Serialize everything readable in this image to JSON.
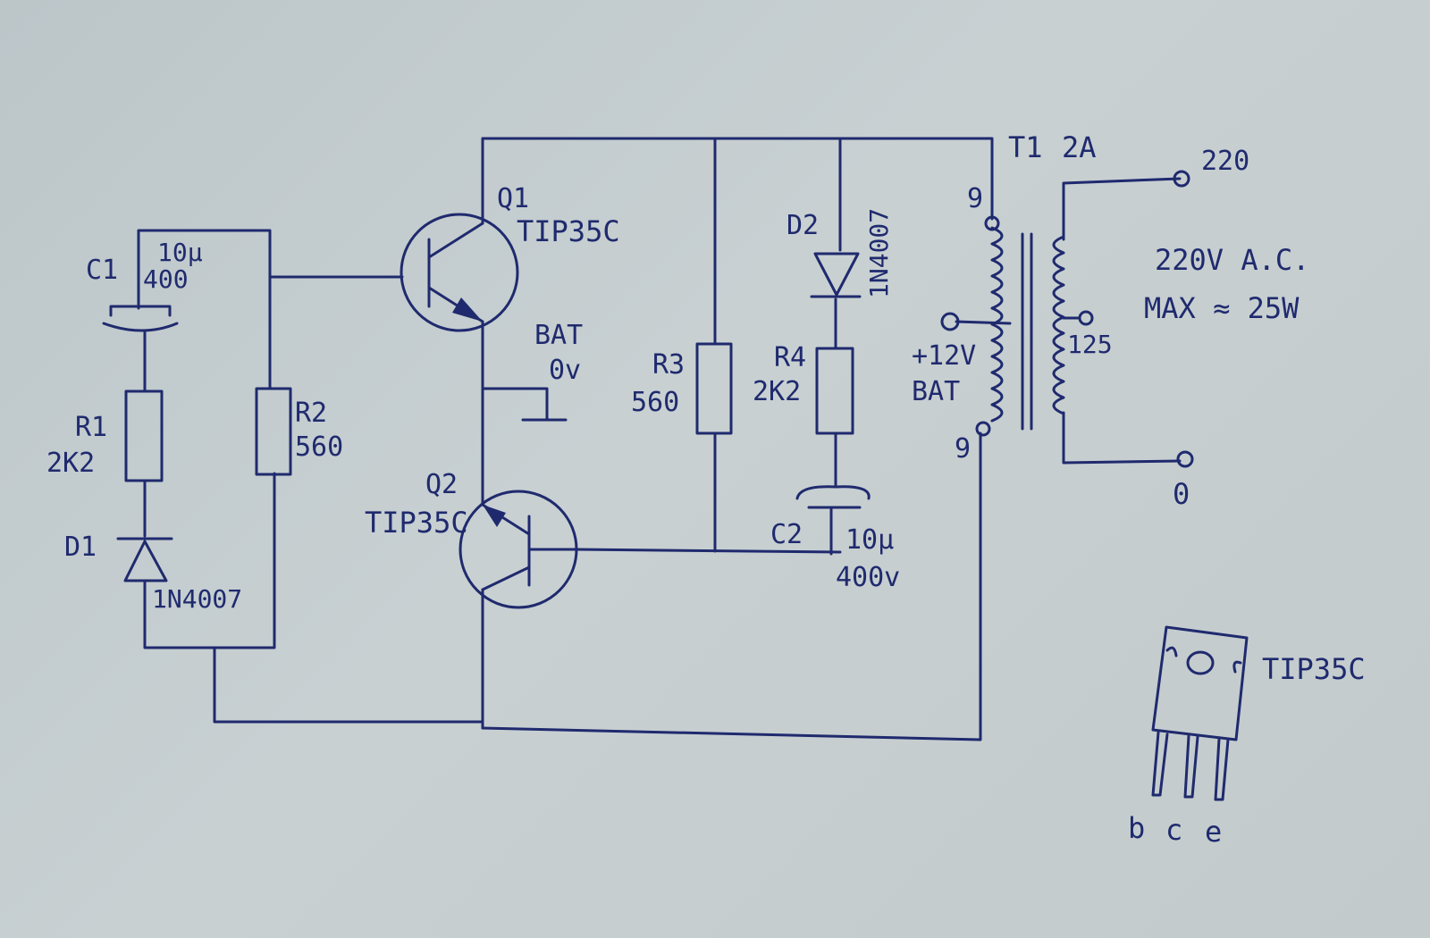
{
  "components": {
    "C1": {
      "ref": "C1",
      "value": "10µ",
      "voltage": "400"
    },
    "R1": {
      "ref": "R1",
      "value": "2K2"
    },
    "D1": {
      "ref": "D1",
      "part": "1N4007"
    },
    "R2": {
      "ref": "R2",
      "value": "560"
    },
    "Q1": {
      "ref": "Q1",
      "part": "TIP35C"
    },
    "Q2": {
      "ref": "Q2",
      "part": "TIP35C"
    },
    "R3": {
      "ref": "R3",
      "value": "560"
    },
    "D2": {
      "ref": "D2",
      "part": "1N4007"
    },
    "R4": {
      "ref": "R4",
      "value": "2K2"
    },
    "C2": {
      "ref": "C2",
      "value": "10µ",
      "voltage": "400v"
    },
    "T1": {
      "ref": "T1",
      "rating": "2A"
    }
  },
  "labels": {
    "bat_0v_line1": "BAT",
    "bat_0v_line2": "0v",
    "bat_12v_line1": "+12V",
    "bat_12v_line2": "BAT",
    "tap_top": "9",
    "tap_bottom": "9",
    "tap_125": "125",
    "out_220": "220",
    "out_0": "0",
    "spec_line1": "220V A.C.",
    "spec_line2": "MAX ≈ 25W"
  },
  "package": {
    "part": "TIP35C",
    "pin_b": "b",
    "pin_c": "c",
    "pin_e": "e"
  }
}
